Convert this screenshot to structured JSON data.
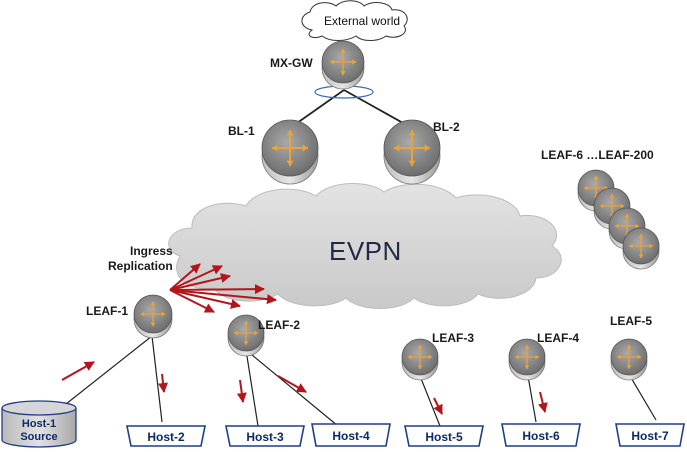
{
  "external": {
    "label": "External world"
  },
  "cloud": {
    "label": "EVPN"
  },
  "annotation": {
    "ingress": "Ingress\nReplication"
  },
  "routers": {
    "mx_gw": "MX-GW",
    "bl1": "BL-1",
    "bl2": "BL-2",
    "leaf1": "LEAF-1",
    "leaf2": "LEAF-2",
    "leaf3": "LEAF-3",
    "leaf4": "LEAF-4",
    "leaf5": "LEAF-5",
    "leaf_range": "LEAF-6 …LEAF-200"
  },
  "hosts": {
    "host1_name": "Host-1",
    "host1_role": "Source",
    "host2": "Host-2",
    "host3": "Host-3",
    "host4": "Host-4",
    "host5": "Host-5",
    "host6": "Host-6",
    "host7": "Host-7"
  },
  "colors": {
    "arrow": "#b3151b",
    "host_border": "#1f3f86",
    "router_body": "#8e8e8e",
    "cloud_fill": "#d3d3d3"
  }
}
